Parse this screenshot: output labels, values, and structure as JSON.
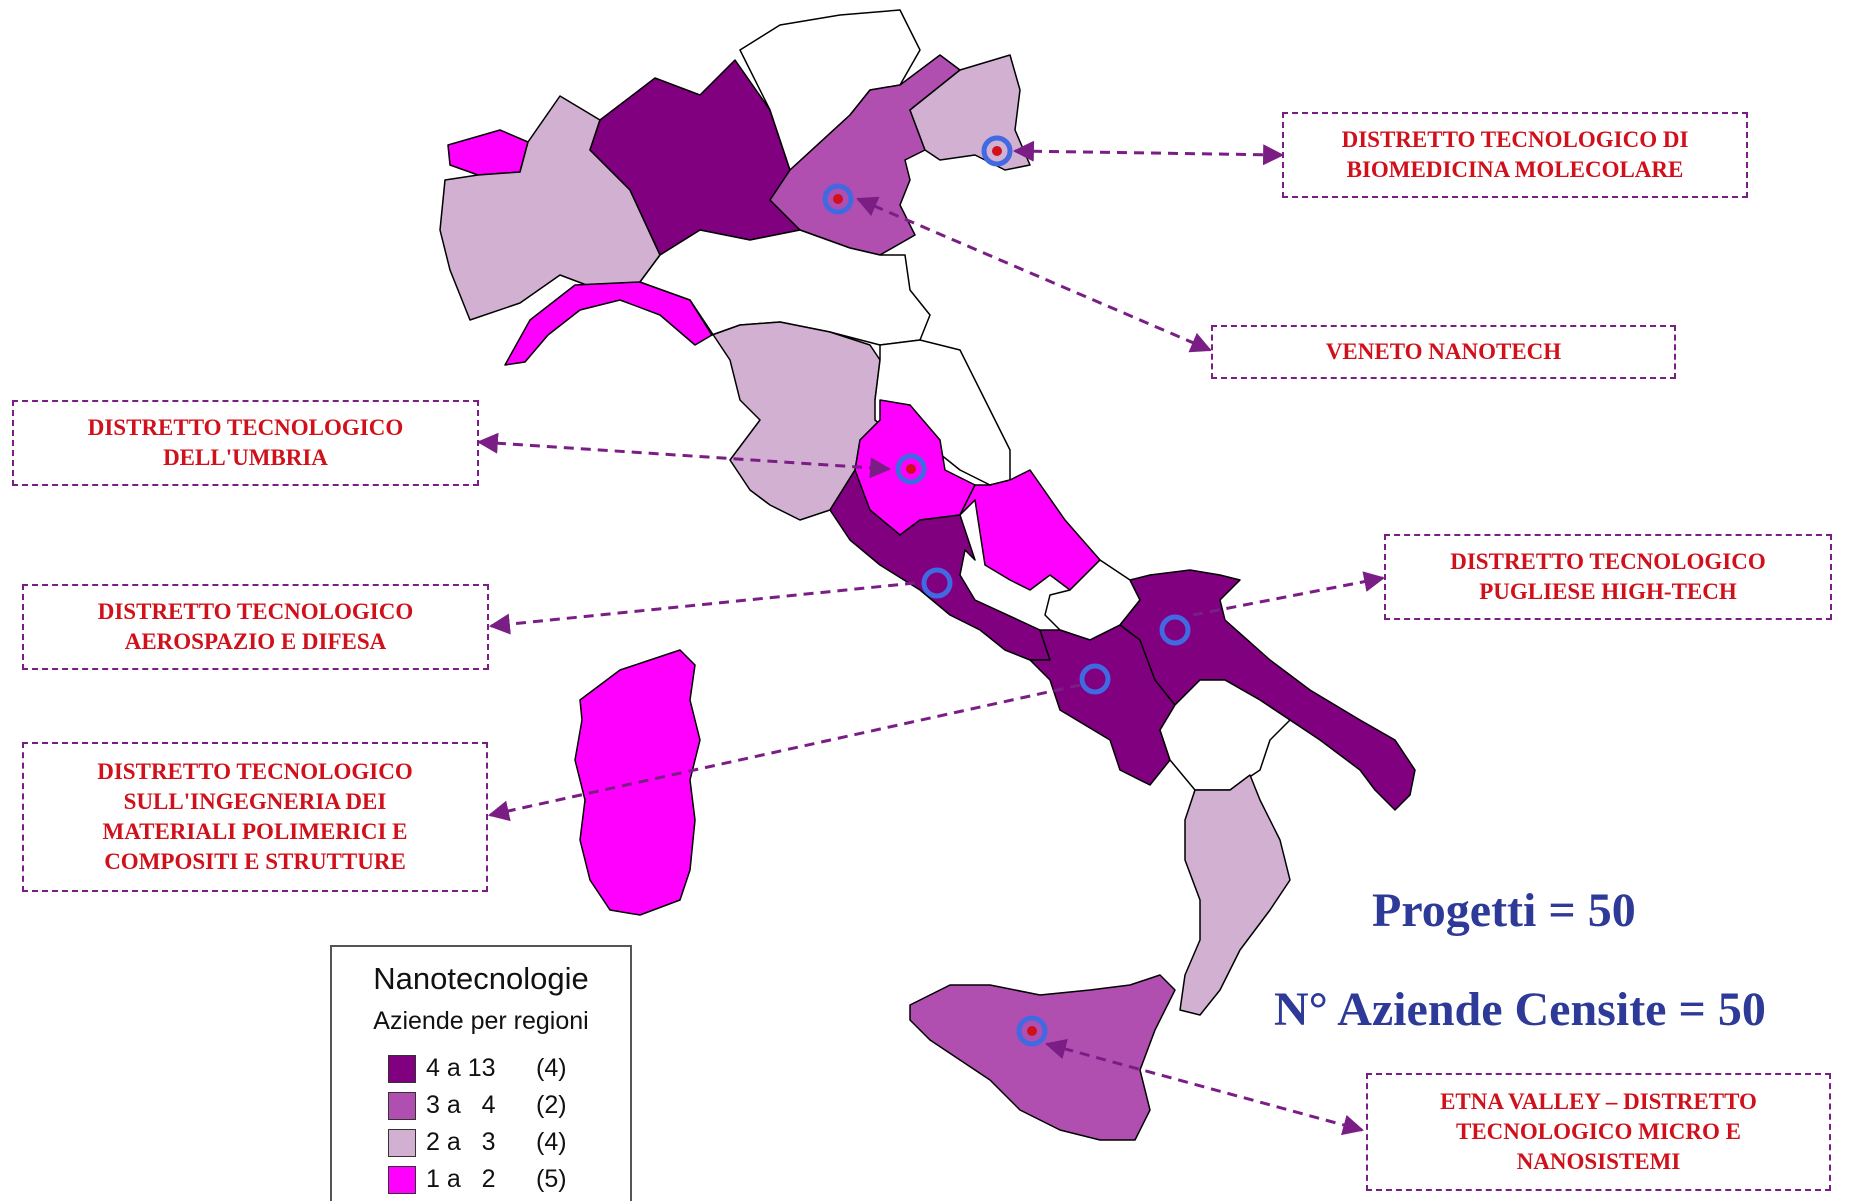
{
  "colors": {
    "class1": "#800080",
    "class2": "#b04fb0",
    "class3": "#d1b0d2",
    "class4": "#ff00ff",
    "outline": "#000000",
    "marker_ring": "#4169e1",
    "arrow": "#7a1e86",
    "label_text": "#d0101a",
    "stat_text": "#2e3a97"
  },
  "labels": [
    {
      "id": "biomedicina",
      "lines": [
        "DISTRETTO TECNOLOGICO DI",
        "BIOMEDICINA MOLECOLARE"
      ]
    },
    {
      "id": "veneto",
      "lines": [
        "VENETO NANOTECH"
      ]
    },
    {
      "id": "umbria",
      "lines": [
        "DISTRETTO TECNOLOGICO",
        "DELL'UMBRIA"
      ]
    },
    {
      "id": "aerospazio",
      "lines": [
        "DISTRETTO TECNOLOGICO",
        "AEROSPAZIO E DIFESA"
      ]
    },
    {
      "id": "polimerici",
      "lines": [
        "DISTRETTO TECNOLOGICO",
        "SULL'INGEGNERIA DEI",
        "MATERIALI POLIMERICI E",
        "COMPOSITI E STRUTTURE"
      ]
    },
    {
      "id": "puglia",
      "lines": [
        "DISTRETTO TECNOLOGICO",
        "PUGLIESE HIGH-TECH"
      ]
    },
    {
      "id": "etna",
      "lines": [
        "ETNA VALLEY – DISTRETTO",
        "TECNOLOGICO MICRO E",
        "NANOSISTEMI"
      ]
    }
  ],
  "stats": {
    "progetti": "Progetti = 50",
    "aziende": "N° Aziende Censite = 50"
  },
  "legend": {
    "title": "Nanotecnologie",
    "subtitle": "Aziende per regioni",
    "entries": [
      {
        "range": "4 a 13",
        "count": "(4)",
        "class": "class1"
      },
      {
        "range": "3 a   4",
        "count": "(2)",
        "class": "class2"
      },
      {
        "range": "2 a   3",
        "count": "(4)",
        "class": "class3"
      },
      {
        "range": "1 a   2",
        "count": "(5)",
        "class": "class4"
      }
    ]
  },
  "regions": [
    {
      "name": "Valle d'Aosta",
      "class": "class4"
    },
    {
      "name": "Piemonte",
      "class": "class3"
    },
    {
      "name": "Liguria",
      "class": "class4"
    },
    {
      "name": "Lombardia",
      "class": "class1"
    },
    {
      "name": "Trentino-Alto Adige",
      "class": "none"
    },
    {
      "name": "Veneto",
      "class": "class2"
    },
    {
      "name": "Friuli-Venezia Giulia",
      "class": "class3"
    },
    {
      "name": "Emilia-Romagna",
      "class": "none"
    },
    {
      "name": "Toscana",
      "class": "class3"
    },
    {
      "name": "Marche",
      "class": "none"
    },
    {
      "name": "Umbria",
      "class": "class4"
    },
    {
      "name": "Lazio",
      "class": "class1"
    },
    {
      "name": "Abruzzo",
      "class": "class4"
    },
    {
      "name": "Molise",
      "class": "none"
    },
    {
      "name": "Campania",
      "class": "class1"
    },
    {
      "name": "Puglia",
      "class": "class1"
    },
    {
      "name": "Basilicata",
      "class": "none"
    },
    {
      "name": "Calabria",
      "class": "class3"
    },
    {
      "name": "Sicilia",
      "class": "class2"
    },
    {
      "name": "Sardegna",
      "class": "class4"
    }
  ]
}
